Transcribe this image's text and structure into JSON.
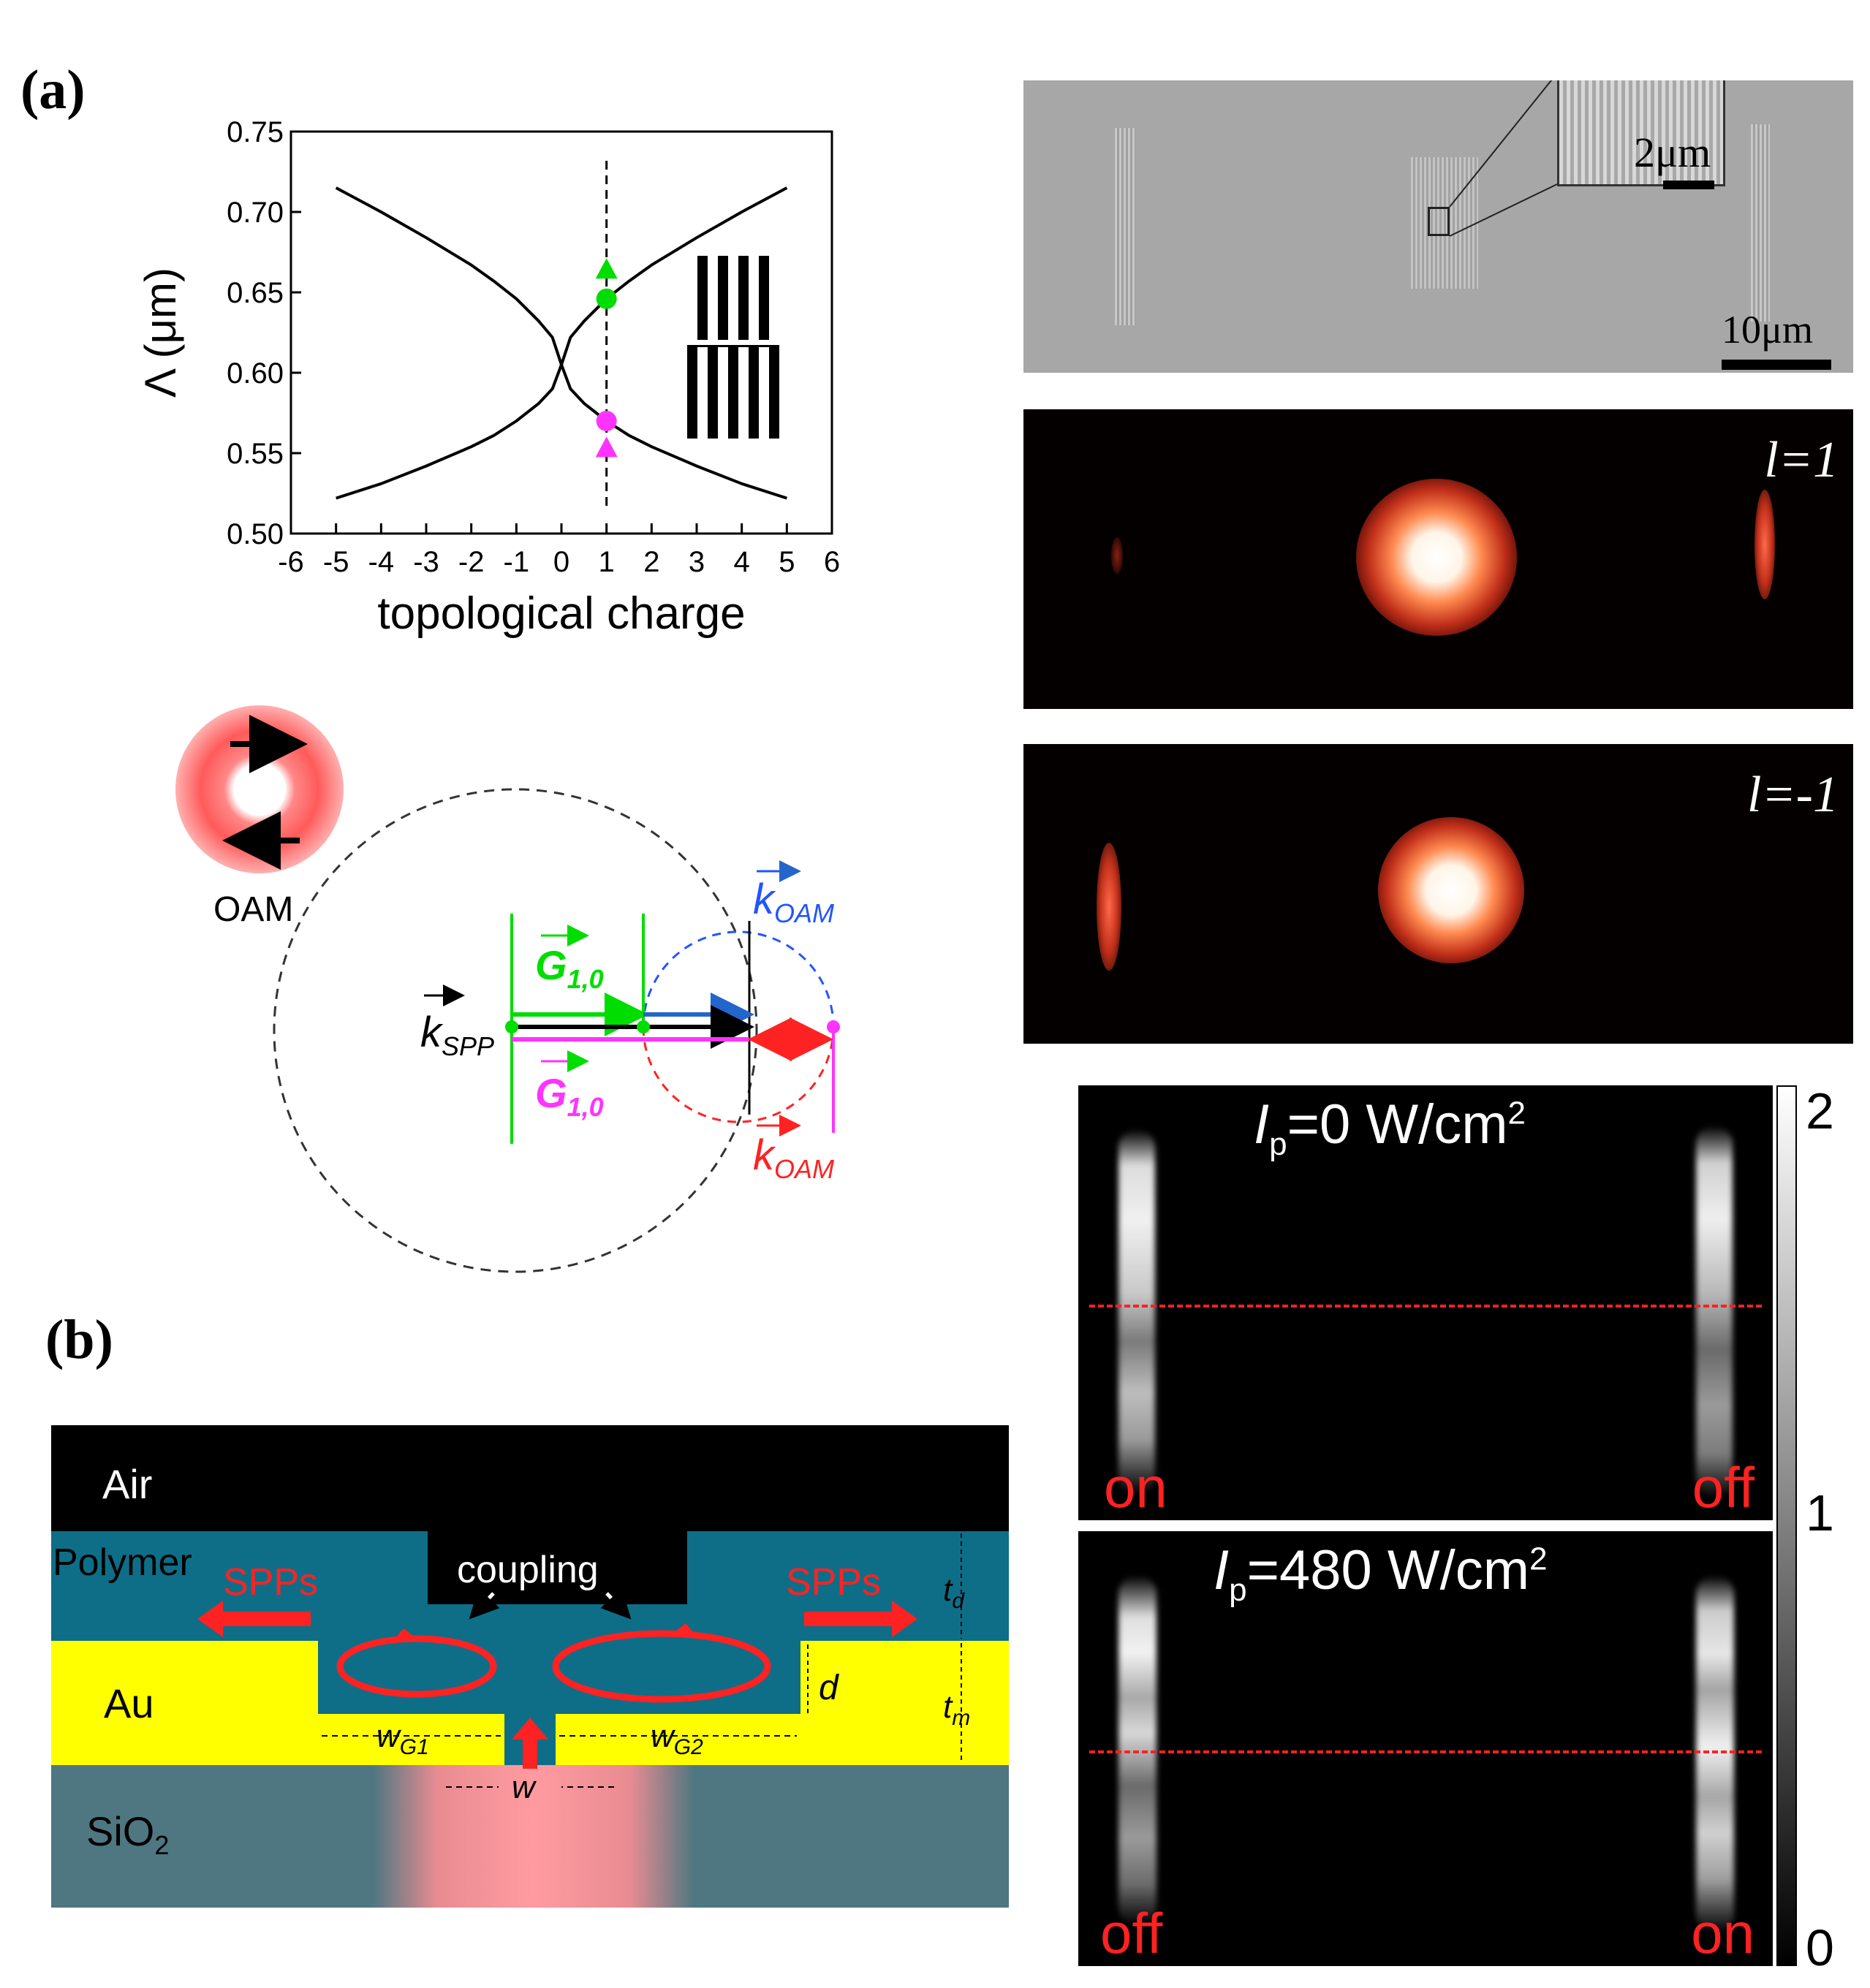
{
  "labels": {
    "a": "(a)",
    "b": "(b)"
  },
  "chart_data": {
    "type": "line",
    "ylabel": "Λ (μm)",
    "xlabel": "topological charge",
    "xlim": [
      -6,
      6
    ],
    "ylim": [
      0.5,
      0.75
    ],
    "xticks": [
      "-6",
      "-5",
      "-4",
      "-3",
      "-2",
      "-1",
      "0",
      "1",
      "2",
      "3",
      "4",
      "5",
      "6"
    ],
    "yticks": [
      "0.50",
      "0.55",
      "0.60",
      "0.65",
      "0.70",
      "0.75"
    ],
    "series": [
      {
        "x": [
          0,
          0.2,
          0.5,
          1,
          1.5,
          2,
          3,
          4,
          5
        ],
        "y": [
          0.605,
          0.622,
          0.632,
          0.646,
          0.657,
          0.667,
          0.684,
          0.7,
          0.715
        ]
      },
      {
        "x": [
          0,
          -0.2,
          -0.5,
          -1,
          -1.5,
          -2,
          -3,
          -4,
          -5
        ],
        "y": [
          0.605,
          0.622,
          0.632,
          0.646,
          0.657,
          0.667,
          0.684,
          0.7,
          0.715
        ]
      },
      {
        "x": [
          0,
          0.2,
          0.5,
          1,
          1.5,
          2,
          3,
          4,
          5
        ],
        "y": [
          0.605,
          0.59,
          0.581,
          0.57,
          0.561,
          0.554,
          0.542,
          0.531,
          0.522
        ]
      },
      {
        "x": [
          0,
          -0.2,
          -0.5,
          -1,
          -1.5,
          -2,
          -3,
          -4,
          -5
        ],
        "y": [
          0.605,
          0.59,
          0.581,
          0.57,
          0.561,
          0.554,
          0.542,
          0.531,
          0.522
        ]
      }
    ],
    "vline_x": 1,
    "markers": [
      {
        "shape": "triangle-up",
        "x": 1,
        "y": 0.664,
        "color": "#00dd00"
      },
      {
        "shape": "circle",
        "x": 1,
        "y": 0.646,
        "color": "#00dd00"
      },
      {
        "shape": "circle",
        "x": 1,
        "y": 0.57,
        "color": "#ff33ff"
      },
      {
        "shape": "triangle-up",
        "x": 1,
        "y": 0.553,
        "color": "#ff33ff"
      }
    ]
  },
  "vector_diagram": {
    "oam_label": "OAM",
    "k_spp": "k",
    "k_spp_sub": "SPP",
    "g_top": "G",
    "g_top_sub": "1,0",
    "g_bottom": "G",
    "g_bottom_sub": "1,0",
    "k_oam_blue": "k",
    "k_oam_blue_sub": "OAM",
    "k_oam_red": "k",
    "k_oam_red_sub": "OAM",
    "colors": {
      "green": "#00dd00",
      "magenta": "#ff33ff",
      "blue": "#2255ff",
      "red": "#ff2222"
    }
  },
  "sem": {
    "scale_small": "2μm",
    "scale_large": "10μm"
  },
  "beam_images": {
    "top_label": "l=1",
    "bottom_label": "l=-1"
  },
  "intensity_maps": {
    "top_title_sym": "I",
    "top_title_sub": "p",
    "top_title_rest": "=0 W/cm",
    "top_title_sup": "2",
    "bottom_title_sym": "I",
    "bottom_title_sub": "p",
    "bottom_title_rest": "=480 W/cm",
    "bottom_title_sup": "2",
    "top_left": "on",
    "top_right": "off",
    "bottom_left": "off",
    "bottom_right": "on",
    "colorbar_ticks": [
      "2",
      "1",
      "0"
    ]
  },
  "cross_section": {
    "air": "Air",
    "polymer": "Polymer",
    "au": "Au",
    "sio2": "SiO",
    "sio2_sub": "2",
    "coupling": "coupling",
    "spps_left": "SPPs",
    "spps_right": "SPPs",
    "wg1": "w",
    "wg1_sub": "G1",
    "wg2": "w",
    "wg2_sub": "G2",
    "w": "w",
    "d": "d",
    "td": "t",
    "td_sub": "d",
    "tm": "t",
    "tm_sub": "m",
    "colors": {
      "polymer": "#0e6e88",
      "au": "#ffff00",
      "sio2": "#4e7781",
      "arrow": "#ff2222"
    }
  }
}
